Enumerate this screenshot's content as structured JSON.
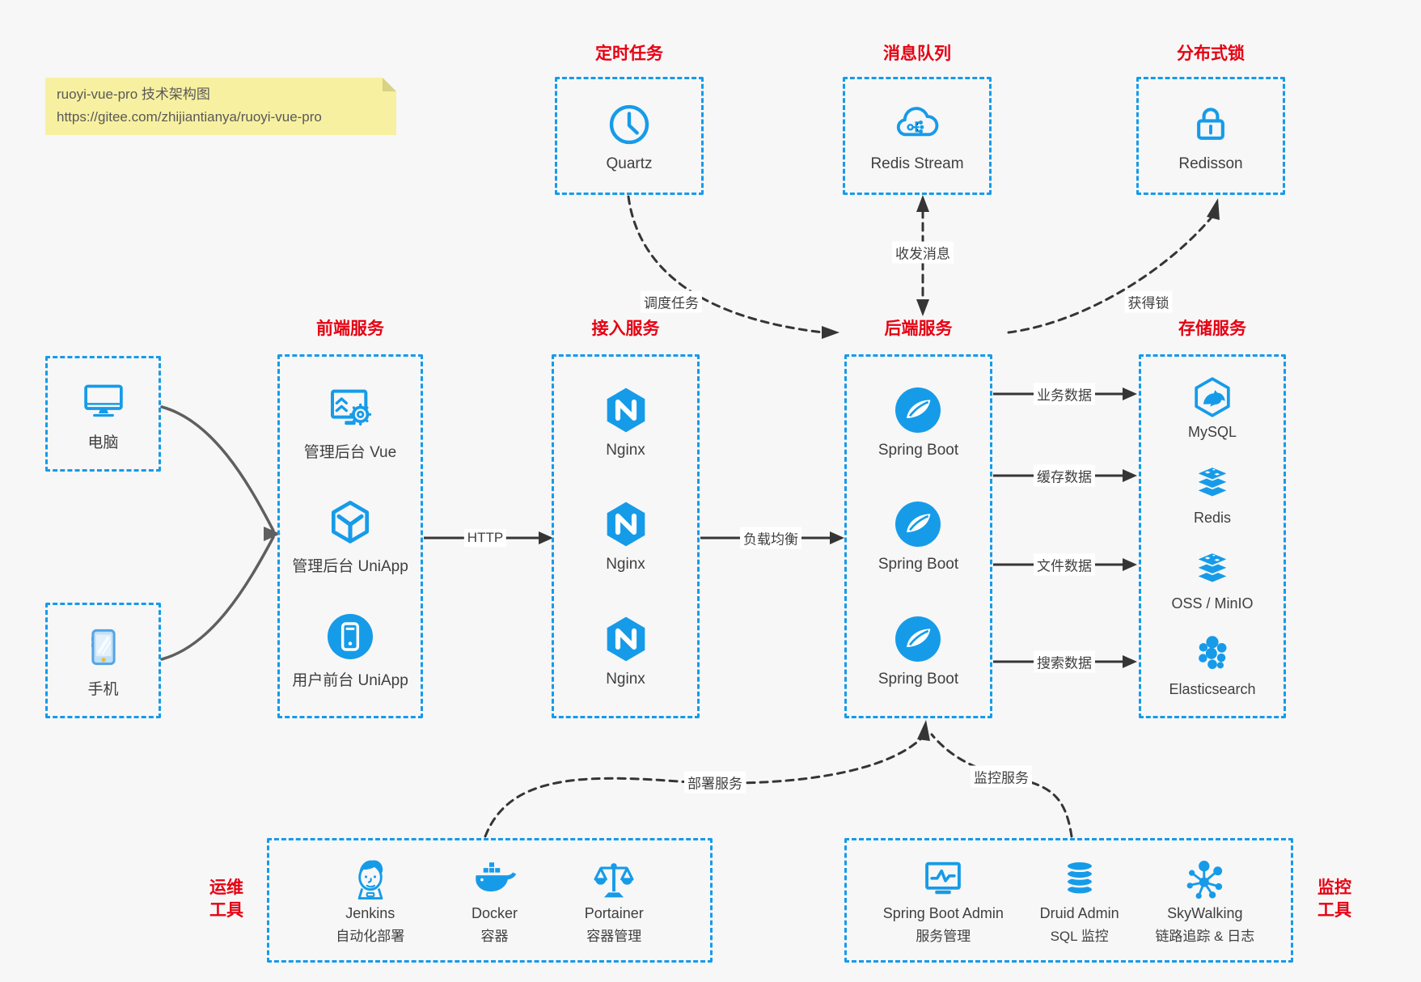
{
  "note": {
    "title": "ruoyi-vue-pro 技术架构图",
    "url": "https://gitee.com/zhijiantianya/ruoyi-vue-pro"
  },
  "colors": {
    "accent_blue": "#169be9",
    "title_red": "#e60012",
    "text_dark": "#3f3f3f",
    "note_bg": "#f7f0a0",
    "arrow_dark": "#353535",
    "connector_gray": "#5f5f5f"
  },
  "top_groups": {
    "timer": {
      "title": "定时任务",
      "item": "Quartz"
    },
    "mq": {
      "title": "消息队列",
      "item": "Redis Stream"
    },
    "lock": {
      "title": "分布式锁",
      "item": "Redisson"
    }
  },
  "clients": {
    "pc": "电脑",
    "mobile": "手机"
  },
  "frontend": {
    "title": "前端服务",
    "items": [
      {
        "label": "管理后台 Vue"
      },
      {
        "label": "管理后台 UniApp"
      },
      {
        "label": "用户前台 UniApp"
      }
    ]
  },
  "gateway": {
    "title": "接入服务",
    "items": [
      {
        "label": "Nginx"
      },
      {
        "label": "Nginx"
      },
      {
        "label": "Nginx"
      }
    ]
  },
  "backend": {
    "title": "后端服务",
    "items": [
      {
        "label": "Spring Boot"
      },
      {
        "label": "Spring Boot"
      },
      {
        "label": "Spring Boot"
      }
    ]
  },
  "storage": {
    "title": "存储服务",
    "items": [
      {
        "label": "MySQL"
      },
      {
        "label": "Redis"
      },
      {
        "label": "OSS / MinIO"
      },
      {
        "label": "Elasticsearch"
      }
    ]
  },
  "devops": {
    "side_title": [
      "运维",
      "工具"
    ],
    "items": [
      {
        "name": "Jenkins",
        "desc": "自动化部署"
      },
      {
        "name": "Docker",
        "desc": "容器"
      },
      {
        "name": "Portainer",
        "desc": "容器管理"
      }
    ]
  },
  "monitoring": {
    "side_title": [
      "监控",
      "工具"
    ],
    "items": [
      {
        "name": "Spring Boot Admin",
        "desc": "服务管理"
      },
      {
        "name": "Druid Admin",
        "desc": "SQL 监控"
      },
      {
        "name": "SkyWalking",
        "desc": "链路追踪 & 日志"
      }
    ]
  },
  "edges": {
    "http": "HTTP",
    "load_balance": "负载均衡",
    "schedule": "调度任务",
    "messaging": "收发消息",
    "acquire_lock": "获得锁",
    "business_data": "业务数据",
    "cache_data": "缓存数据",
    "file_data": "文件数据",
    "search_data": "搜索数据",
    "deploy": "部署服务",
    "monitor": "监控服务"
  }
}
